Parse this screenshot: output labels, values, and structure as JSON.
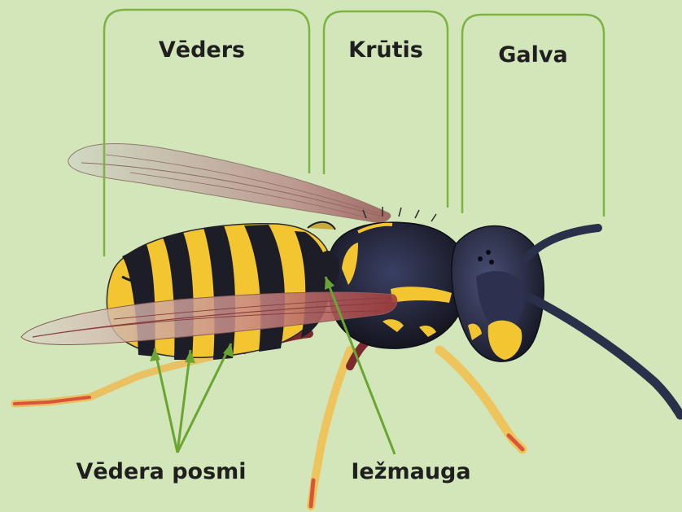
{
  "labels": {
    "abdomen": "Vēders",
    "thorax": "Krūtis",
    "head": "Galva",
    "segments": "Vēdera posmi",
    "waist": "Iežmauga"
  },
  "colors": {
    "background": "#d3e6b9",
    "bracket": "#7cb342",
    "pointer": "#6aa533",
    "text": "#1f1f1f",
    "wasp_yellow": "#f2c531",
    "wasp_black": "#1d1d28",
    "wasp_wing": "#b78a86",
    "wasp_leg": "#f2c75e",
    "wasp_antenna": "#2a2f4a"
  }
}
